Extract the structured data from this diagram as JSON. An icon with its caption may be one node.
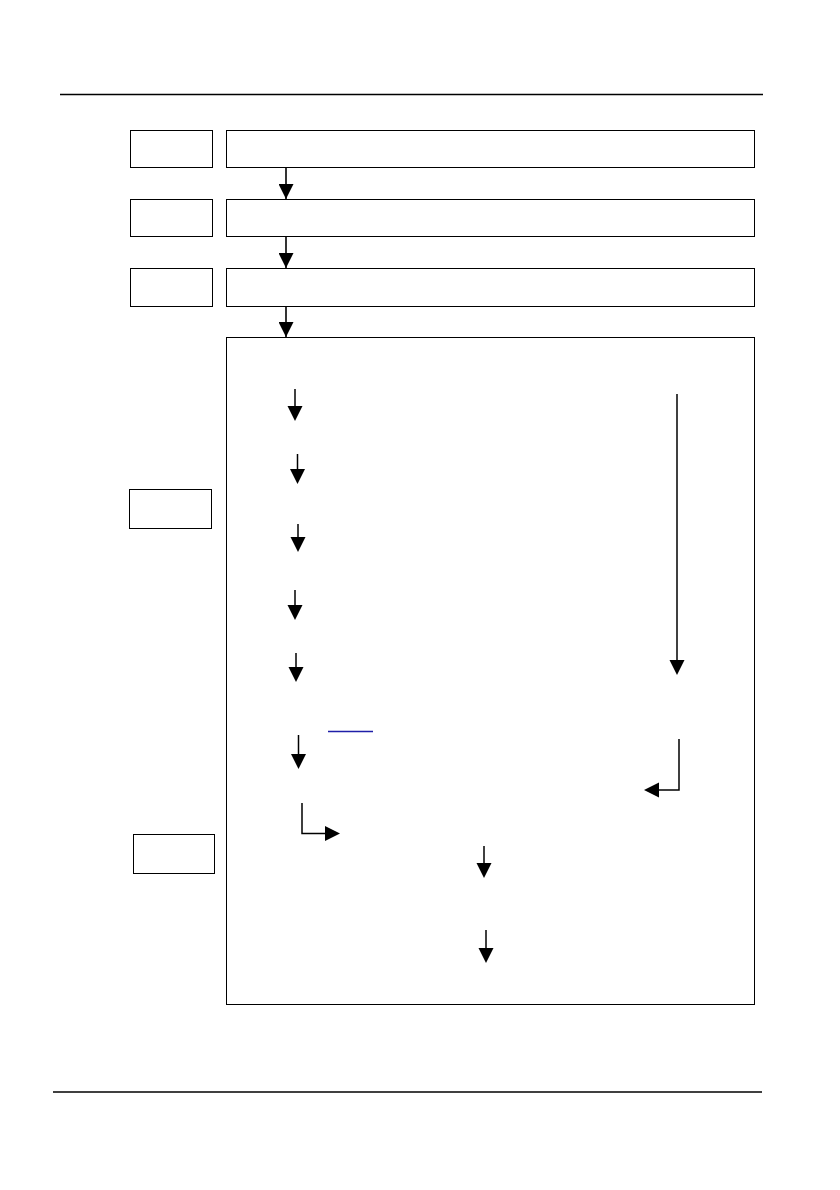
{
  "diagram": {
    "nodes": [
      {
        "text": [],
        "shape": "box"
      },
      {
        "text": [],
        "shape": "box"
      },
      {
        "text": [],
        "shape": "box"
      },
      {
        "text": [],
        "shape": "box"
      },
      {
        "text": [],
        "shape": "box"
      },
      {
        "text": [],
        "shape": "box"
      },
      {
        "text": [],
        "shape": "box"
      },
      {
        "text": [],
        "shape": "box"
      },
      {
        "text": [],
        "shape": "box"
      }
    ],
    "edges": [
      {
        "from": 1,
        "to": 3,
        "arrow": "to"
      },
      {
        "from": 3,
        "to": 5,
        "arrow": "to"
      },
      {
        "from": 5,
        "to": 6,
        "arrow": "to"
      }
    ]
  }
}
